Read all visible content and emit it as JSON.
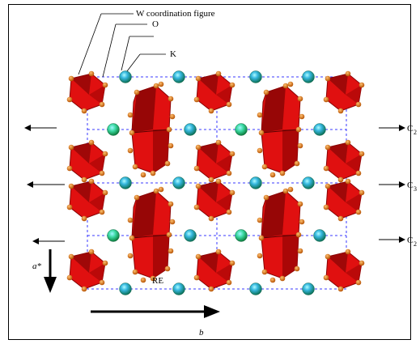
{
  "labels": {
    "w_coordination": "W  coordination figure",
    "oxygen": "O",
    "potassium": "K",
    "rare_earth": "RE",
    "axis_a": "a*",
    "axis_b": "b",
    "c2": "C",
    "c2_sub": "2",
    "c3": "C",
    "c3_sub": "3"
  },
  "colors": {
    "w_polyhedron": "#e01010",
    "w_polyhedron_dark": "#8a0505",
    "oxygen_atom": "#e07a10",
    "potassium_atom": "#22c27a",
    "potassium_atom_light": "#66f0d0",
    "unit_cell": "#3a3aff"
  }
}
